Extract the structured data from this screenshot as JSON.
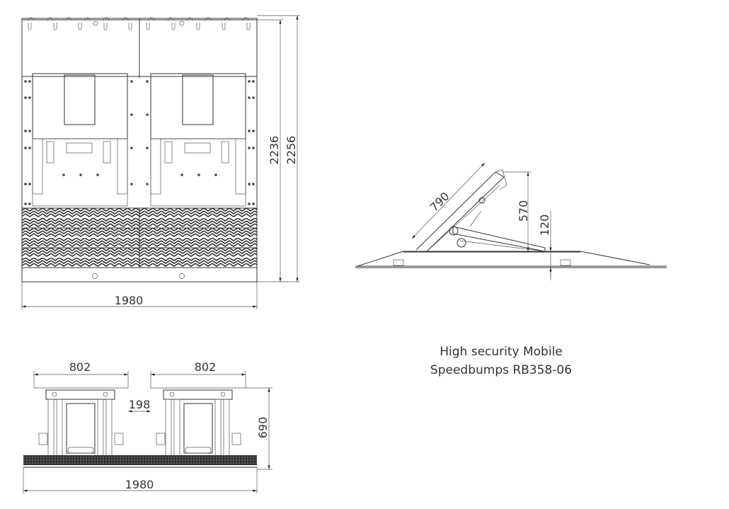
{
  "title": {
    "line1": "High security Mobile",
    "line2": "Speedbumps RB358-06"
  },
  "top_view": {
    "dim_height_inner": "2236",
    "dim_height_outer": "2256",
    "dim_width": "1980"
  },
  "side_view": {
    "dim_plate_length": "790",
    "dim_raised_height": "570",
    "dim_base_height": "120"
  },
  "front_view": {
    "dim_unit_left_width": "802",
    "dim_unit_right_width": "802",
    "dim_gap": "198",
    "dim_height": "690",
    "dim_total_width": "1980"
  },
  "colors": {
    "line": "#333333",
    "background": "#ffffff"
  }
}
